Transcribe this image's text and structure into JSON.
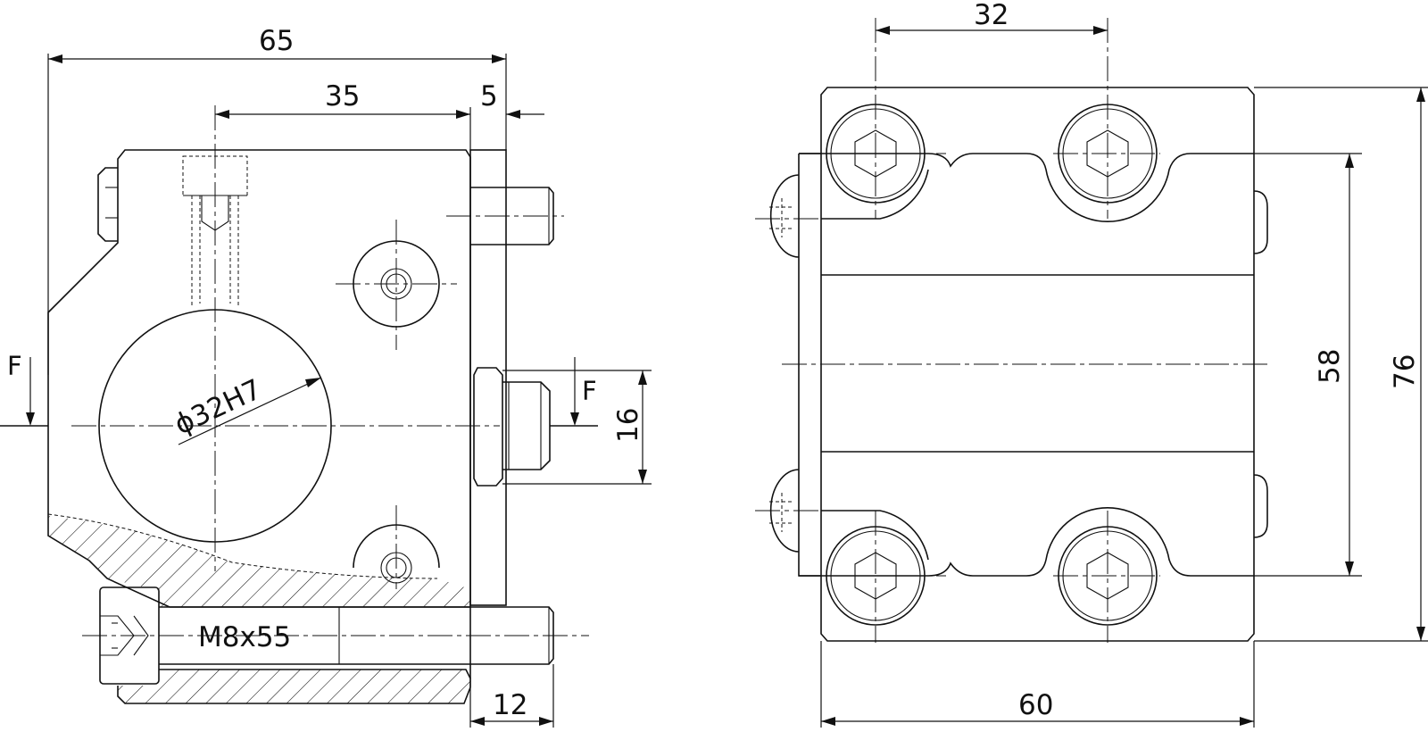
{
  "dimensions": {
    "left_total_width": "65",
    "left_hole_to_face": "35",
    "left_pin_offset": "5",
    "bore_diameter": "ϕ32H7",
    "pin_diameter": "16",
    "screw_spec": "M8x55",
    "screw_protrusion": "12",
    "right_screw_spacing": "32",
    "right_height_outer": "76",
    "right_height_inner": "58",
    "right_width": "60"
  },
  "force_labels": {
    "left": "F",
    "right": "F"
  }
}
